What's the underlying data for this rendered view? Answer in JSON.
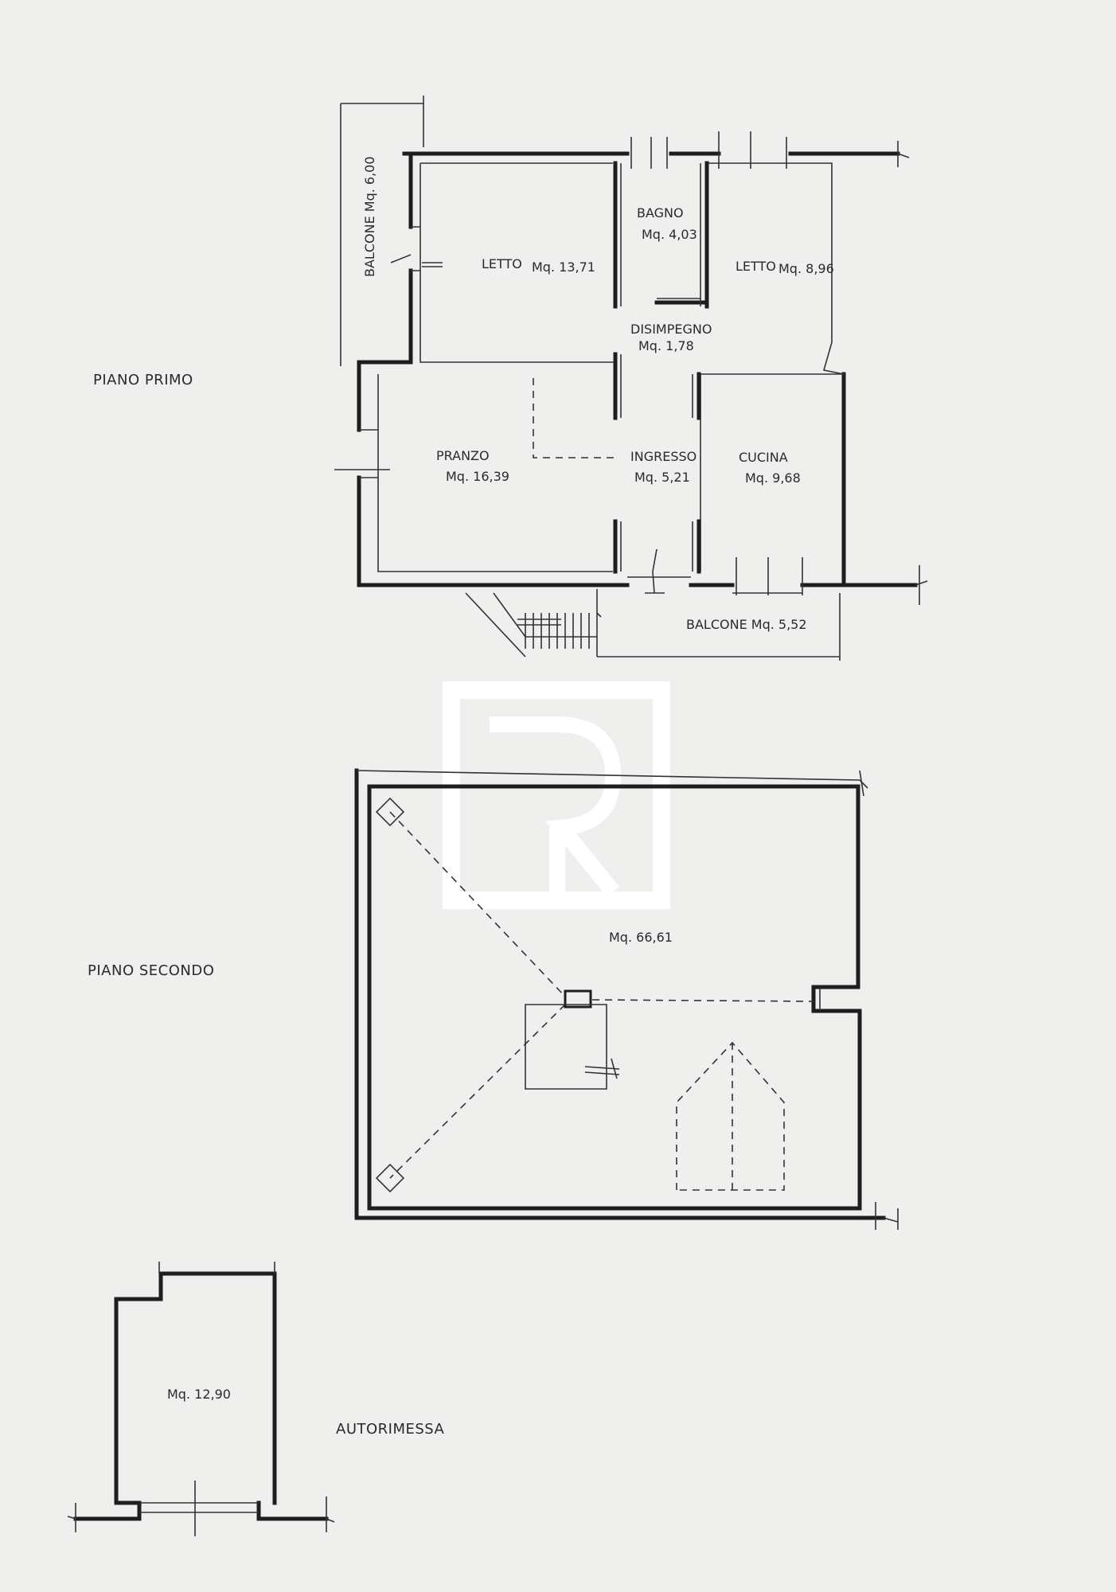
{
  "floor_first": {
    "label": "PIANO PRIMO",
    "rooms": [
      {
        "name": "LETTO",
        "area": "Mq. 13,71"
      },
      {
        "name": "BAGNO",
        "area": "Mq. 4,03"
      },
      {
        "name": "LETTO",
        "area": "Mq. 8,96"
      },
      {
        "name": "DISIMPEGNO",
        "area": "Mq. 1,78"
      },
      {
        "name": "PRANZO",
        "area": "Mq. 16,39"
      },
      {
        "name": "INGRESSO",
        "area": "Mq. 5,21"
      },
      {
        "name": "CUCINA",
        "area": "Mq. 9,68"
      }
    ],
    "balconies": [
      {
        "label": "BALCONE Mq. 6,00"
      },
      {
        "label": "BALCONE Mq. 5,52"
      }
    ]
  },
  "floor_second": {
    "label": "PIANO SECONDO",
    "area": "Mq. 66,61"
  },
  "garage": {
    "label": "AUTORIMESSA",
    "area": "Mq. 12,90"
  },
  "colors": {
    "paper": "#efefee",
    "ink": "#1e1e1e",
    "watermark": "#ffffff"
  }
}
